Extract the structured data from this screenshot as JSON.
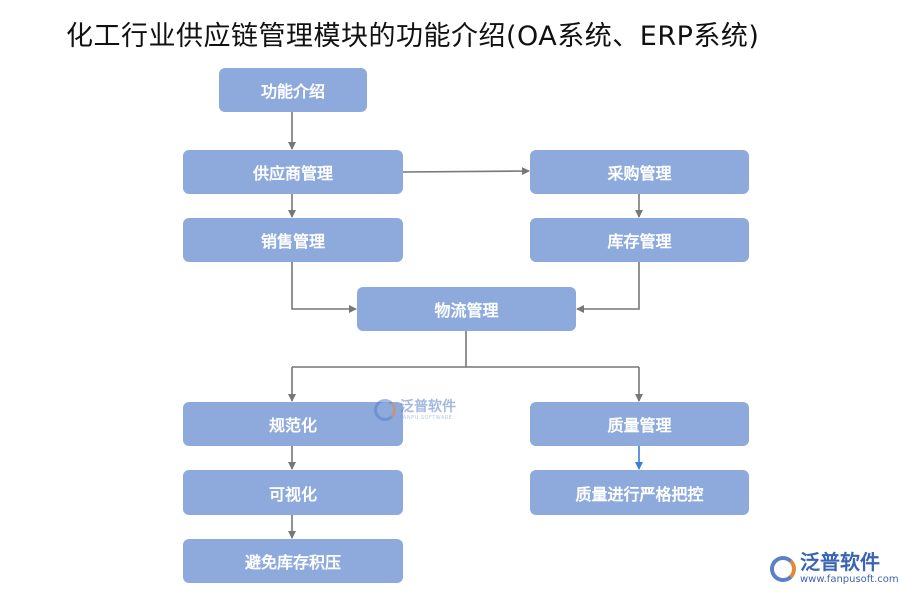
{
  "title": "化工行业供应链管理模块的功能介绍(OA系统、ERP系统)",
  "nodes": {
    "intro": "功能介绍",
    "supplier": "供应商管理",
    "purchase": "采购管理",
    "sales": "销售管理",
    "inventory": "库存管理",
    "logistics": "物流管理",
    "standardize": "规范化",
    "quality": "质量管理",
    "visualize": "可视化",
    "quality_control": "质量进行严格把控",
    "avoid_backlog": "避免库存积压"
  },
  "watermark": {
    "center_cn": "泛普软件",
    "center_en": "FANPU SOFTWARE",
    "corner_cn": "泛普软件",
    "corner_url": "www.fanpusoft.com"
  },
  "colors": {
    "node_fill": "#8eaadc",
    "node_text": "#ffffff",
    "arrow": "#777777",
    "arrow_highlight": "#3b7dd8"
  }
}
